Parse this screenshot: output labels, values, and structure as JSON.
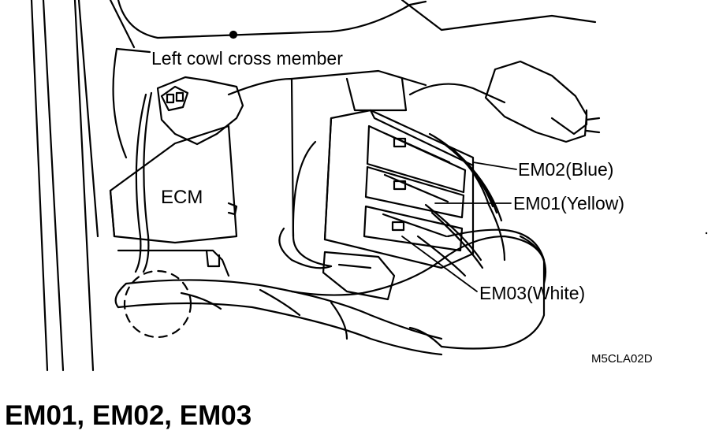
{
  "labels": {
    "cowl": "Left cowl cross member",
    "ecm": "ECM",
    "em02": "EM02(Blue)",
    "em01": "EM01(Yellow)",
    "em03": "EM03(White)",
    "figure_code": "M5CLA02D"
  },
  "caption": "EM01, EM02, EM03",
  "colors": {
    "ink": "#000000",
    "paper": "#ffffff"
  }
}
